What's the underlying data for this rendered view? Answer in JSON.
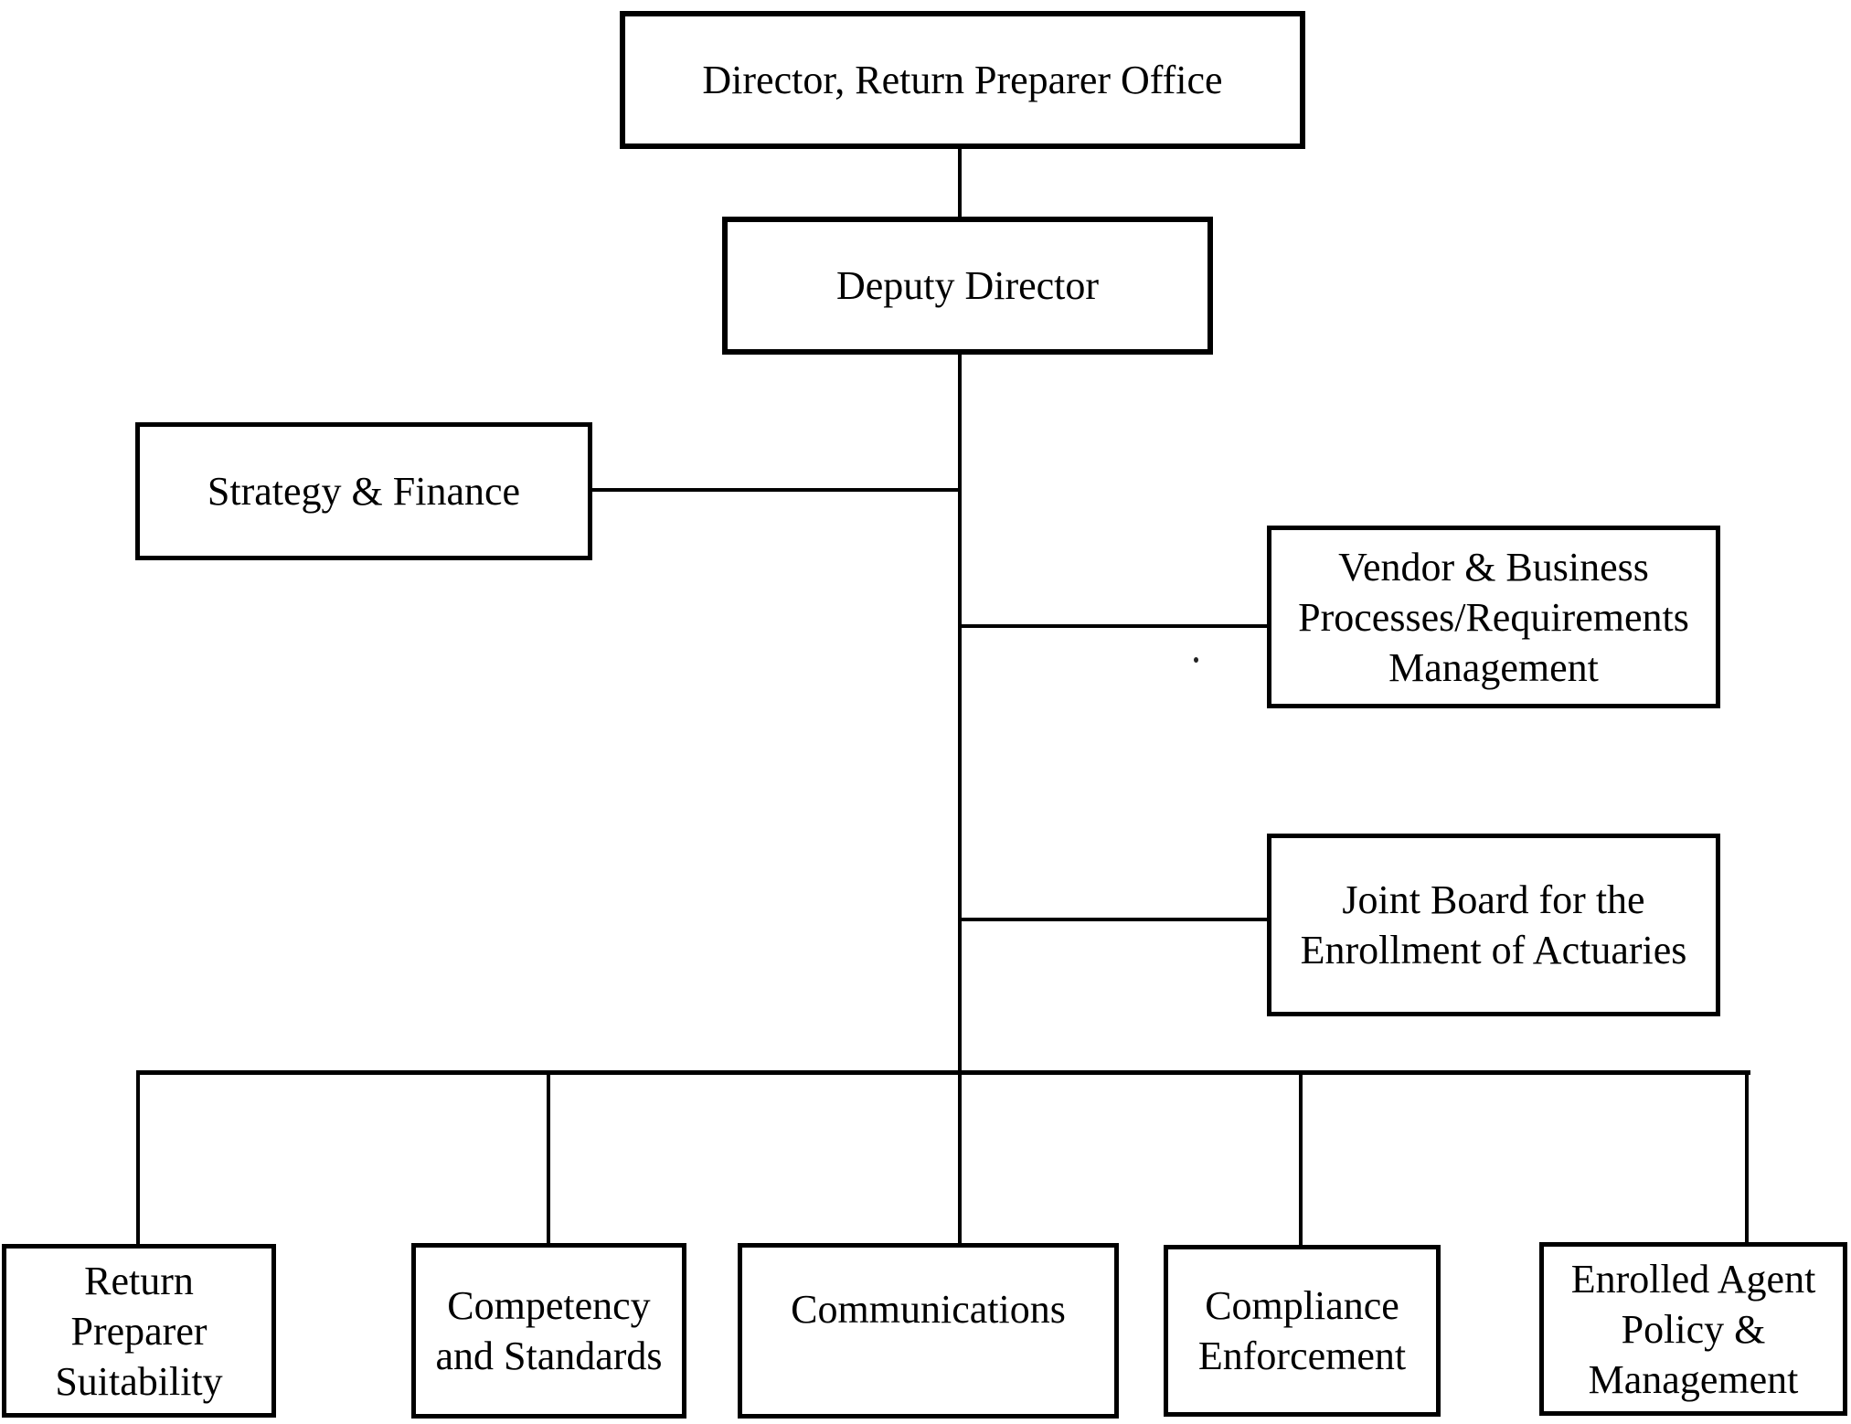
{
  "page": {
    "background": "#ffffff",
    "ink": "#000000"
  },
  "org_chart": {
    "type": "organization-chart",
    "root": "Director, Return Preparer Office",
    "nodes": [
      {
        "id": "director",
        "label": "Director, Return Preparer Office",
        "lines": [
          "Director, Return Preparer Office"
        ],
        "reports_to": null
      },
      {
        "id": "deputy-director",
        "label": "Deputy Director",
        "lines": [
          "Deputy Director"
        ],
        "reports_to": "director"
      },
      {
        "id": "strategy-finance",
        "label": "Strategy & Finance",
        "lines": [
          "Strategy & Finance"
        ],
        "reports_to": "deputy-director"
      },
      {
        "id": "vendor-business-processes",
        "label": "Vendor & Business Processes/Requirements Management",
        "lines": [
          "Vendor & Business",
          "Processes/Requirements",
          "Management"
        ],
        "reports_to": "deputy-director"
      },
      {
        "id": "joint-board-actuaries",
        "label": "Joint Board for the Enrollment of Actuaries",
        "lines": [
          "Joint Board for the",
          "Enrollment of Actuaries"
        ],
        "reports_to": "deputy-director"
      },
      {
        "id": "return-preparer-suitability",
        "label": "Return Preparer Suitability",
        "lines": [
          "Return",
          "Preparer",
          "Suitability"
        ],
        "reports_to": "deputy-director"
      },
      {
        "id": "competency-and-standards",
        "label": "Competency and Standards",
        "lines": [
          "Competency",
          "and Standards"
        ],
        "reports_to": "deputy-director"
      },
      {
        "id": "communications",
        "label": "Communications",
        "lines": [
          "Communications"
        ],
        "reports_to": "deputy-director"
      },
      {
        "id": "compliance-enforcement",
        "label": "Compliance Enforcement",
        "lines": [
          "Compliance",
          "Enforcement"
        ],
        "reports_to": "deputy-director"
      },
      {
        "id": "enrolled-agent-policy-management",
        "label": "Enrolled Agent Policy & Management",
        "lines": [
          "Enrolled Agent",
          "Policy &",
          "Management"
        ],
        "reports_to": "deputy-director"
      }
    ]
  }
}
